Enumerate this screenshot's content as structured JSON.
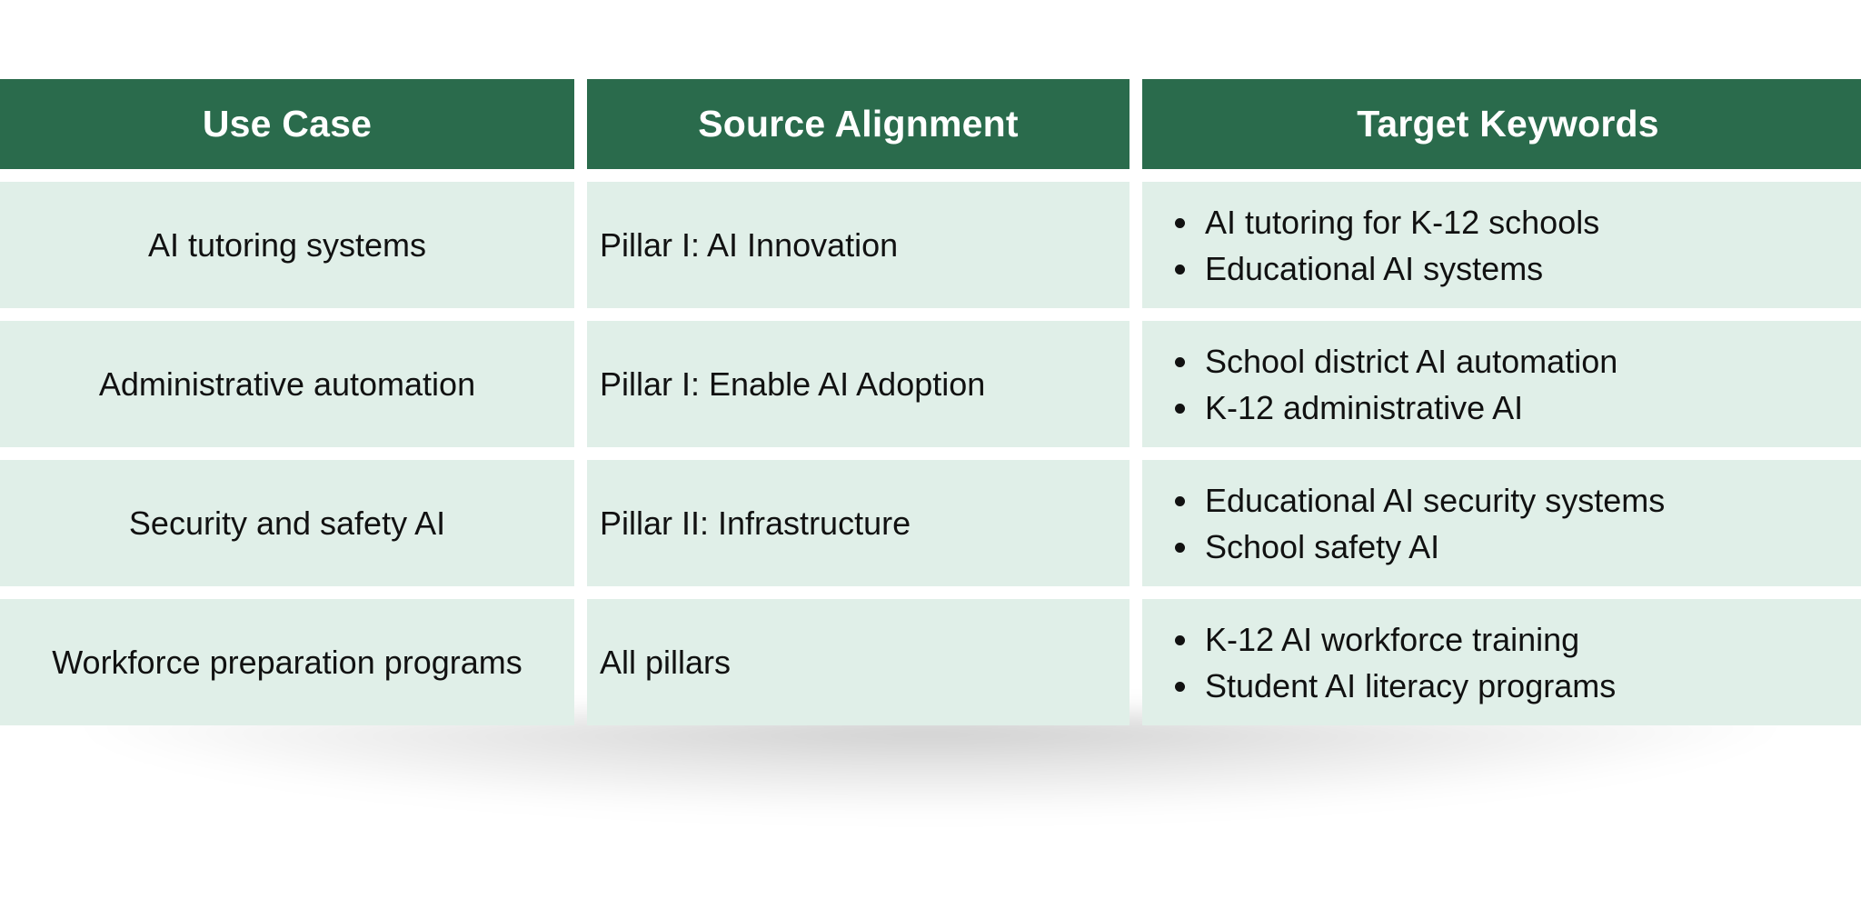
{
  "table": {
    "headers": [
      "Use Case",
      "Source Alignment",
      "Target Keywords"
    ],
    "rows": [
      {
        "use_case": "AI tutoring systems",
        "source_alignment": "Pillar I: AI Innovation",
        "keywords": [
          "AI tutoring for K-12 schools",
          "Educational AI systems"
        ]
      },
      {
        "use_case": "Administrative automation",
        "source_alignment": "Pillar I: Enable AI Adoption",
        "keywords": [
          "School district AI automation",
          "K-12 administrative AI"
        ]
      },
      {
        "use_case": "Security and safety AI",
        "source_alignment": "Pillar II: Infrastructure",
        "keywords": [
          "Educational AI security systems",
          "School safety AI"
        ]
      },
      {
        "use_case": "Workforce preparation programs",
        "source_alignment": "All pillars",
        "keywords": [
          "K-12 AI workforce training",
          "Student AI literacy programs"
        ]
      }
    ]
  },
  "colors": {
    "header_bg": "#2a6b4c",
    "header_text": "#ffffff",
    "cell_bg": "#e0efe8",
    "cell_text": "#111111"
  }
}
